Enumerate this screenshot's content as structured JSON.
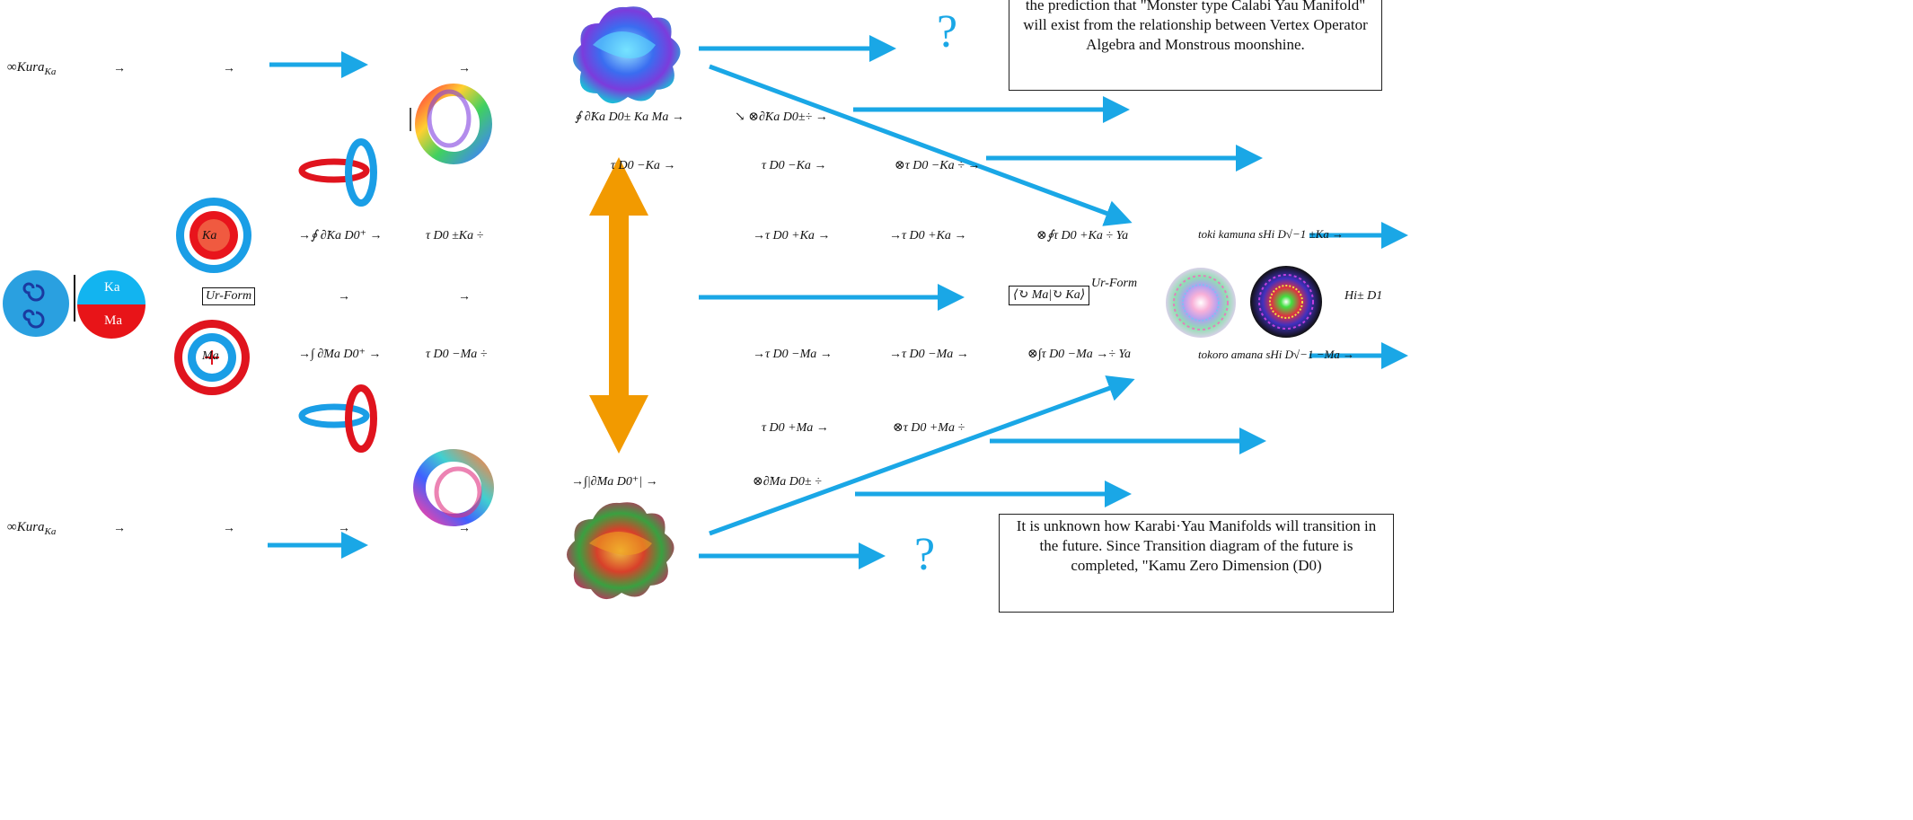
{
  "notes": {
    "top": "the prediction that \"Monster type Calabi Yau Manifold\" will exist from the relationship between Vertex Operator Algebra and Monstrous moonshine.",
    "bottom": "It is unknown how Karabi·Yau Manifolds will transition in the future. Since Transition diagram of the future is completed, \"Kamu Zero Dimension (D0)"
  },
  "question_mark": "?",
  "kura_top": "∞Kura",
  "kura_sub": "Ka",
  "kura_bottom": "∞Kura",
  "yinyang": {
    "ka": "Ka",
    "ma": "Ma"
  },
  "ur_form": "Ur-Form",
  "ring_labels": {
    "ka": "Ka",
    "ma": "Ma"
  },
  "arrow_right": "→",
  "row_formulas": {
    "r1_b": "∮ ∂̃Ka D0± Ka Ma →",
    "r1_c": "↘ ⊗∂̃Ka D0±÷ →",
    "r2_a": "τ D0 −Ka →",
    "r2_b": "τ D0 −Ka →",
    "r2_c": "⊗τ D0 −Ka ÷ →",
    "r3_a": "→∮ ∂̃Ka D0⁺ →",
    "r3_b": "τ D0 ±Ka ÷",
    "r3_c": "→τ D0 +Ka →",
    "r3_d": "→τ D0 +Ka →",
    "r3_e": "⊗∮τ D0 +Ka ÷ Ya",
    "r3_f": "toki kamuna sHi D√−1 ±Ka →",
    "r4_a": "→∫ ∂̃Ma D0⁺ →",
    "r4_b": "τ D0 −Ma ÷",
    "r4_c": "→τ D0 −Ma →",
    "r4_d": "→τ D0 −Ma →",
    "r4_e": "⊗∫τ D0 −Ma →÷ Ya",
    "r4_f": "tokoro amana sHi D√−1 −Ma →",
    "r5_b": "τ D0 +Ma →",
    "r5_c": "⊗τ D0 +Ma ÷",
    "r6_b": "→∫|∂̃Ma D0⁺| →",
    "r6_c": "⊗∂̃Ma D0± ÷",
    "center_bracket": "⟨↻ Ma|↻ Ka⟩",
    "hi_label": "Hi± D1"
  },
  "colors": {
    "blue": "#1aa7e6",
    "orange": "#f29a00",
    "red": "#e0141e",
    "circle_blue": "#2aa0e0"
  }
}
